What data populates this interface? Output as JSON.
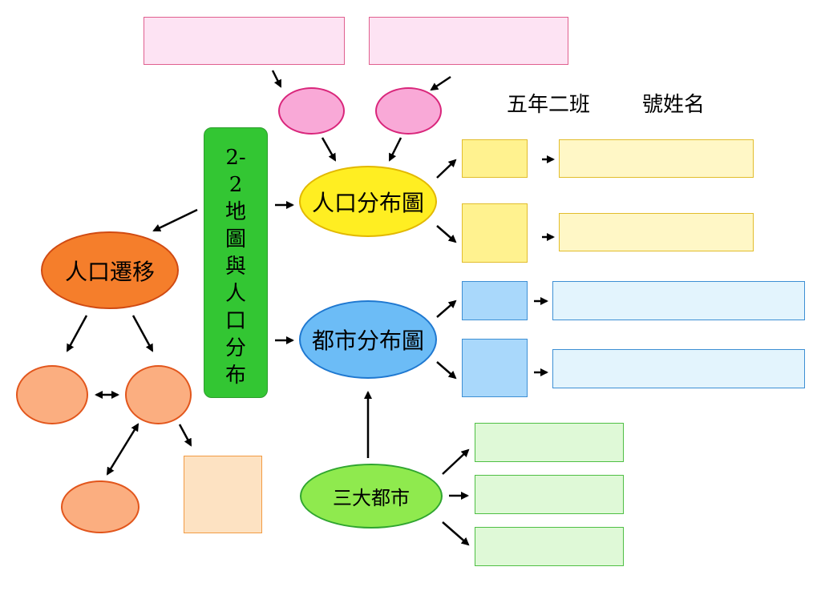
{
  "header": {
    "class_label": "五年二班",
    "name_label": "號姓名"
  },
  "center_topic": {
    "label": "2-2地圖與人口分布",
    "color": "#33c633"
  },
  "nodes": {
    "population_distribution_map": {
      "label": "人口分布圖",
      "color": "#ffee22"
    },
    "city_distribution_map": {
      "label": "都市分布圖",
      "color": "#6cbcf6"
    },
    "population_migration": {
      "label": "人口遷移",
      "color": "#f57e2b"
    },
    "three_major_cities": {
      "label": "三大都市",
      "color": "#8fea4e"
    }
  },
  "colors": {
    "pink": "#f9a9d7",
    "yellow": "#fff28f",
    "blue": "#a9d8fb",
    "green": "#dff9d7",
    "orange": "#fbae80",
    "peach": "#fde2c2"
  }
}
